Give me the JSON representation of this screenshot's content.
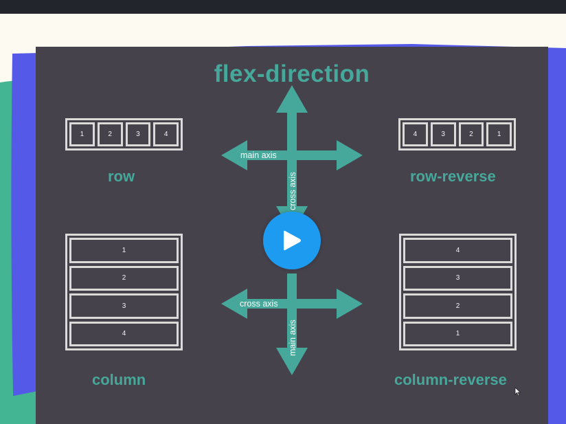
{
  "slide": {
    "title": "flex-direction",
    "row": {
      "label": "row",
      "items": [
        "1",
        "2",
        "3",
        "4"
      ]
    },
    "row_reverse": {
      "label": "row-reverse",
      "items": [
        "4",
        "3",
        "2",
        "1"
      ]
    },
    "column": {
      "label": "column",
      "items": [
        "1",
        "2",
        "3",
        "4"
      ]
    },
    "column_reverse": {
      "label": "column-reverse",
      "items": [
        "4",
        "3",
        "2",
        "1"
      ]
    },
    "top_axes": {
      "horizontal": "main axis",
      "vertical": "cross axis"
    },
    "bottom_axes": {
      "horizontal": "cross axis",
      "vertical": "main axis"
    }
  },
  "player": {
    "play_icon": "play-icon"
  },
  "colors": {
    "background": "#fdfbf1",
    "slide": "#45424c",
    "accent": "#46a89a",
    "box_border": "#dcdad8",
    "decor_blue": "#5459e8",
    "decor_green": "#43b592",
    "play_button": "#1d9bf0",
    "top_bar": "#22252b"
  }
}
